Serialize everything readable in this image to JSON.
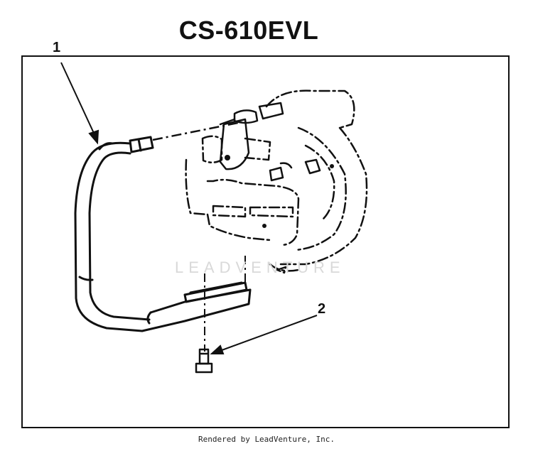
{
  "title": "CS-610EVL",
  "callouts": [
    {
      "label": "1",
      "part": "handle"
    },
    {
      "label": "2",
      "part": "bolt"
    }
  ],
  "watermark": "LEADVENTURE",
  "footer": "Rendered by LeadVenture, Inc."
}
